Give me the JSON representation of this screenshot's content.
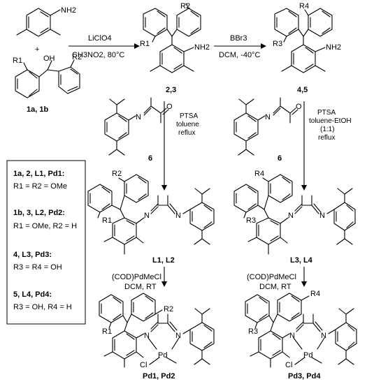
{
  "top_row": {
    "reactant_aniline": {
      "atom": "NH2"
    },
    "plus": "+",
    "reactant_diol": {
      "r1": "R1",
      "r2": "R2",
      "oh": "OH",
      "label": "1a, 1b"
    },
    "step1": {
      "reagent": "LiClO4",
      "conditions": "CH3NO2, 80°C"
    },
    "product_23": {
      "r1": "R1",
      "r2": "R2",
      "atom": "NH2",
      "label": "2,3"
    },
    "step2": {
      "reagent": "BBr3",
      "conditions": "DCM, -40°C"
    },
    "product_45": {
      "r3": "R3",
      "r4": "R4",
      "atom": "NH2",
      "label": "4,5"
    }
  },
  "middle_row": {
    "ketone_left": {
      "n": "N",
      "o": "O",
      "label": "6"
    },
    "step_left": {
      "lines": [
        "PTSA",
        "toluene",
        "reflux"
      ]
    },
    "ketone_right": {
      "n": "N",
      "o": "O",
      "label": "6"
    },
    "step_right": {
      "lines": [
        "PTSA",
        "toluene-EtOH",
        "(1:1)",
        "reflux"
      ]
    },
    "ligand_left": {
      "r1": "R1",
      "r2": "R2",
      "n1": "N",
      "n2": "N",
      "label": "L1, L2"
    },
    "ligand_right": {
      "r3": "R3",
      "r4": "R4",
      "n1": "N",
      "n2": "N",
      "label": "L3, L4"
    }
  },
  "legend": [
    {
      "title": "1a, 2, L1, Pd1:",
      "value": "R1 = R2 = OMe"
    },
    {
      "title": "1b, 3, L2, Pd2:",
      "value": "R1 = OMe, R2 = H"
    },
    {
      "title": "4, L3, Pd3:",
      "value": "R3 = R4 = OH"
    },
    {
      "title": "5, L4, Pd4:",
      "value": "R3 = OH, R4 = H"
    }
  ],
  "bottom_row": {
    "step_left": {
      "reagent": "(COD)PdMeCl",
      "conditions": "DCM, RT"
    },
    "step_right": {
      "reagent": "(COD)PdMeCl",
      "conditions": "DCM, RT"
    },
    "complex_left": {
      "r1": "R1",
      "r2": "R2",
      "n1": "N",
      "n2": "N",
      "pd": "Pd",
      "cl": "Cl",
      "label": "Pd1, Pd2"
    },
    "complex_right": {
      "r3": "R3",
      "r4": "R4",
      "n1": "N",
      "n2": "N",
      "pd": "Pd",
      "cl": "Cl",
      "label": "Pd3, Pd4"
    }
  },
  "colors": {
    "ink": "#000000",
    "background": "#ffffff"
  }
}
